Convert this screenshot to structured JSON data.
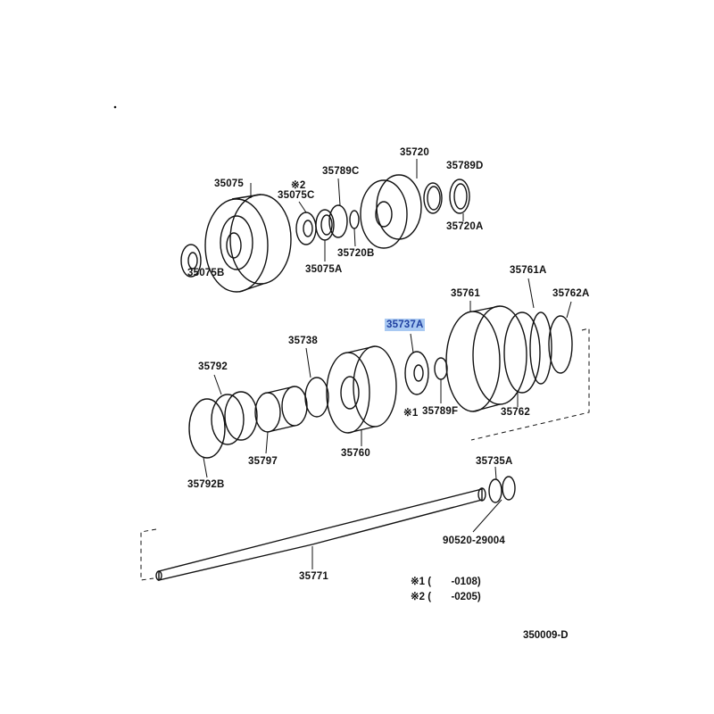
{
  "diagram_id": "350009-D",
  "highlight_color": "#a9c9f2",
  "parts": {
    "p35720": "35720",
    "p35789C": "35789C",
    "p35789D": "35789D",
    "p35075C_mark": "※2",
    "p35075C": "35075C",
    "p35075": "35075",
    "p35720A": "35720A",
    "p35720B": "35720B",
    "p35075A": "35075A",
    "p35075B": "35075B",
    "p35761": "35761",
    "p35761A": "35761A",
    "p35762A": "35762A",
    "p35737A": "35737A",
    "p35738": "35738",
    "p35792": "35792",
    "p35789F_mark": "※1",
    "p35789F": "35789F",
    "p35762": "35762",
    "p35760": "35760",
    "p35797": "35797",
    "p35792B": "35792B",
    "p35735A": "35735A",
    "p90520": "90520-29004",
    "p35771": "35771"
  },
  "notes": [
    {
      "mark": "※1",
      "range": "(       -0108)"
    },
    {
      "mark": "※2",
      "range": "(       -0205)"
    }
  ]
}
